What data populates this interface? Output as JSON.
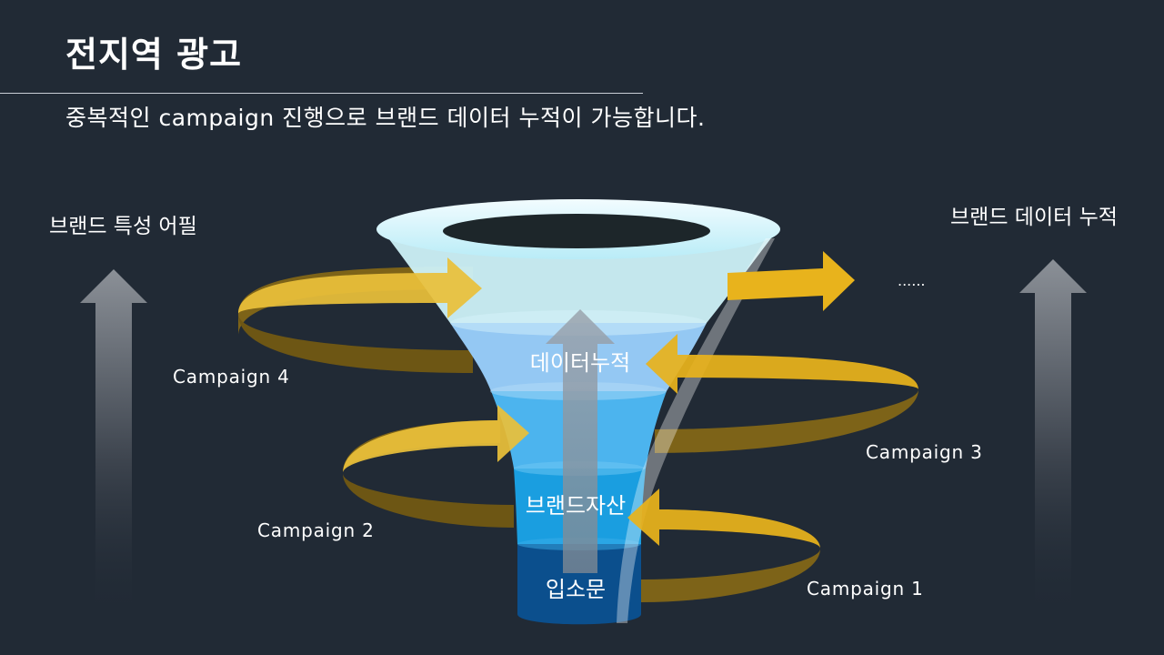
{
  "slide": {
    "title": "전지역 광고",
    "subtitle": "중복적인 campaign 진행으로 브랜드 데이터 누적이 가능합니다."
  },
  "left_side": {
    "label": "브랜드 특성 어필"
  },
  "right_side": {
    "label": "브랜드 데이터 누적"
  },
  "funnel": {
    "stages": [
      "데이터누적",
      "브랜드자산",
      "입소문"
    ]
  },
  "campaigns": {
    "c1": "Campaign 1",
    "c2": "Campaign 2",
    "c3": "Campaign 3",
    "c4": "Campaign 4"
  },
  "ellipsis": "......",
  "colors": {
    "background": "#212a35",
    "arrow_gold": "#e8b31c",
    "arrow_shadow": "#7d6318",
    "funnel_top": "#d6f5fb",
    "funnel_mid": "#92c7f2",
    "funnel_low": "#1a9ee0",
    "funnel_bottom": "#0a4d8c"
  }
}
